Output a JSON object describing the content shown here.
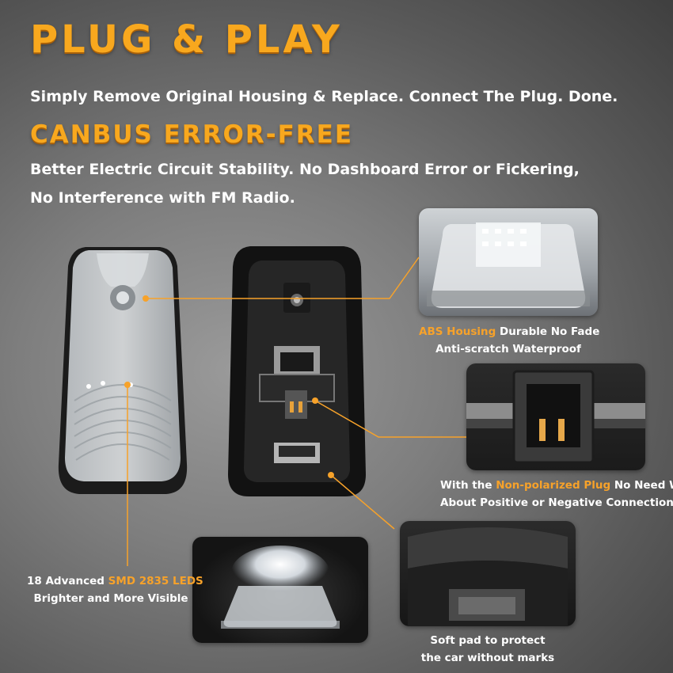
{
  "headline_1": "PLUG & PLAY",
  "subtext_1": "Simply Remove Original Housing & Replace. Connect The Plug. Done.",
  "headline_2": "CANBUS ERROR-FREE",
  "subtext_2": "Better Electric Circuit Stability. No Dashboard Error or Fickering, No Interference with FM Radio.",
  "callouts": {
    "abs": {
      "highlight": "ABS Housing",
      "line1_rest": " Durable No Fade",
      "line2": "Anti-scratch Waterproof"
    },
    "plug": {
      "prefix": "With the ",
      "highlight": "Non-polarized Plug",
      "line1_rest": " No Need Worry",
      "line2": "About Positive or Negative Connection"
    },
    "led": {
      "prefix": "18 Advanced ",
      "highlight": "SMD 2835 LEDS",
      "line2": "Brighter and More Visible"
    },
    "pad": {
      "line1": "Soft pad to protect",
      "line2": "the car without marks"
    }
  },
  "colors": {
    "accent": "#f7a22a",
    "text": "#ffffff"
  }
}
